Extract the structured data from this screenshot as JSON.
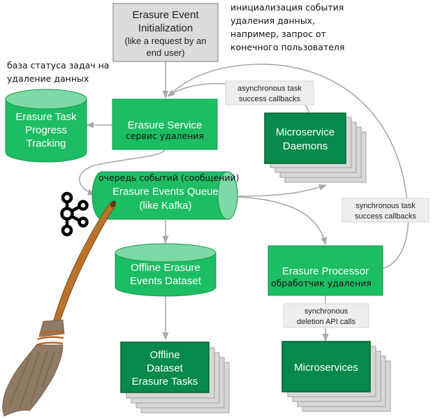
{
  "diagram": {
    "init_box": {
      "lines": [
        "Erasure Event",
        "Initialization",
        "(like a request by an",
        "end user)"
      ]
    },
    "init_annotation_ru": {
      "lines": [
        "инициализация события",
        "удаления данных,",
        "например, запрос от",
        "конечного пользователя"
      ]
    },
    "tracking_annotation_ru": {
      "lines": [
        "база статуса задач на",
        "удаление данных"
      ]
    },
    "tracking_db": {
      "lines": [
        "Erasure Task",
        "Progress",
        "Tracking"
      ]
    },
    "erasure_service": {
      "title": "Erasure Service",
      "ru": "сервис удаления"
    },
    "async_label": {
      "lines": [
        "asynchronous task",
        "success callbacks"
      ]
    },
    "daemons": {
      "lines": [
        "Microservice",
        "Daemons"
      ]
    },
    "queue": {
      "ru": "очередь событий (сообщений)",
      "lines": [
        "Erasure Events Queue",
        "(like Kafka)"
      ]
    },
    "sync_label": {
      "lines": [
        "synchronous task",
        "success callbacks"
      ]
    },
    "offline_db": {
      "lines": [
        "Offline Erasure",
        "Events Dataset"
      ]
    },
    "processor": {
      "title": "Erasure Processor",
      "ru": "обработчик удаления"
    },
    "api_label": {
      "lines": [
        "synchronous",
        "deletion API calls"
      ]
    },
    "offline_tasks": {
      "lines": [
        "Offline",
        "Dataset",
        "Erasure Tasks"
      ]
    },
    "microservices": {
      "lines": [
        "Microservices"
      ]
    },
    "icons": {
      "kafka": "kafka-logo-icon",
      "broom": "broom-icon"
    },
    "colors": {
      "green_light": "#1dbd63",
      "green_dark": "#06894c",
      "green_cap": "#7dd9a6",
      "gray_box": "#d9d9d9",
      "gray_label": "#eeeeee",
      "edge": "#a8a8a8"
    }
  }
}
